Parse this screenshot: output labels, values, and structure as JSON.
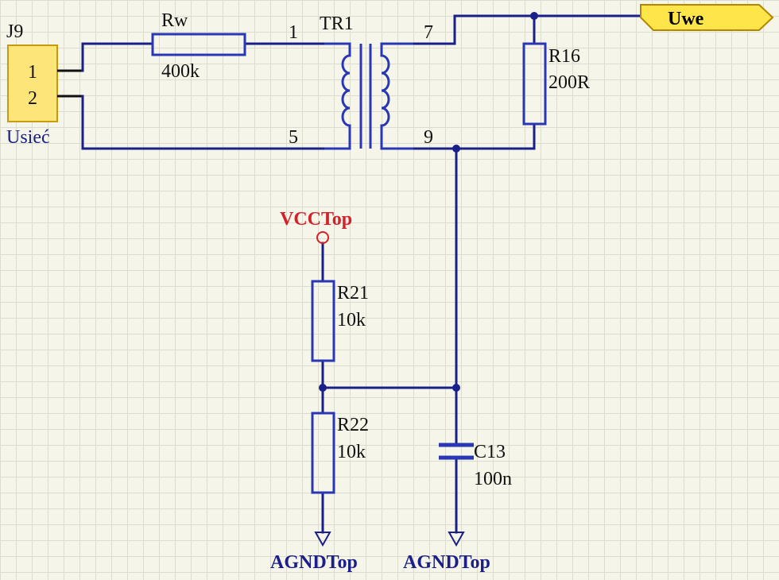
{
  "components": {
    "connector": {
      "designator": "J9",
      "pin1": "1",
      "pin2": "2",
      "comment": "Usieć"
    },
    "rw": {
      "designator": "Rw",
      "value": "400k"
    },
    "transformer": {
      "designator": "TR1",
      "pin1": "1",
      "pin5": "5",
      "pin7": "7",
      "pin9": "9"
    },
    "r16": {
      "designator": "R16",
      "value": "200R"
    },
    "r21": {
      "designator": "R21",
      "value": "10k"
    },
    "r22": {
      "designator": "R22",
      "value": "10k"
    },
    "c13": {
      "designator": "C13",
      "value": "100n"
    }
  },
  "ports": {
    "output": "Uwe"
  },
  "power": {
    "vcc": "VCCTop",
    "gnd_left": "AGNDTop",
    "gnd_right": "AGNDTop"
  },
  "colors": {
    "wire": "#1b1f8a",
    "component_outline": "#2a37b5",
    "connector_fill": "#fde579",
    "power_label": "#d4202a",
    "port_fill": "#fde54a"
  }
}
